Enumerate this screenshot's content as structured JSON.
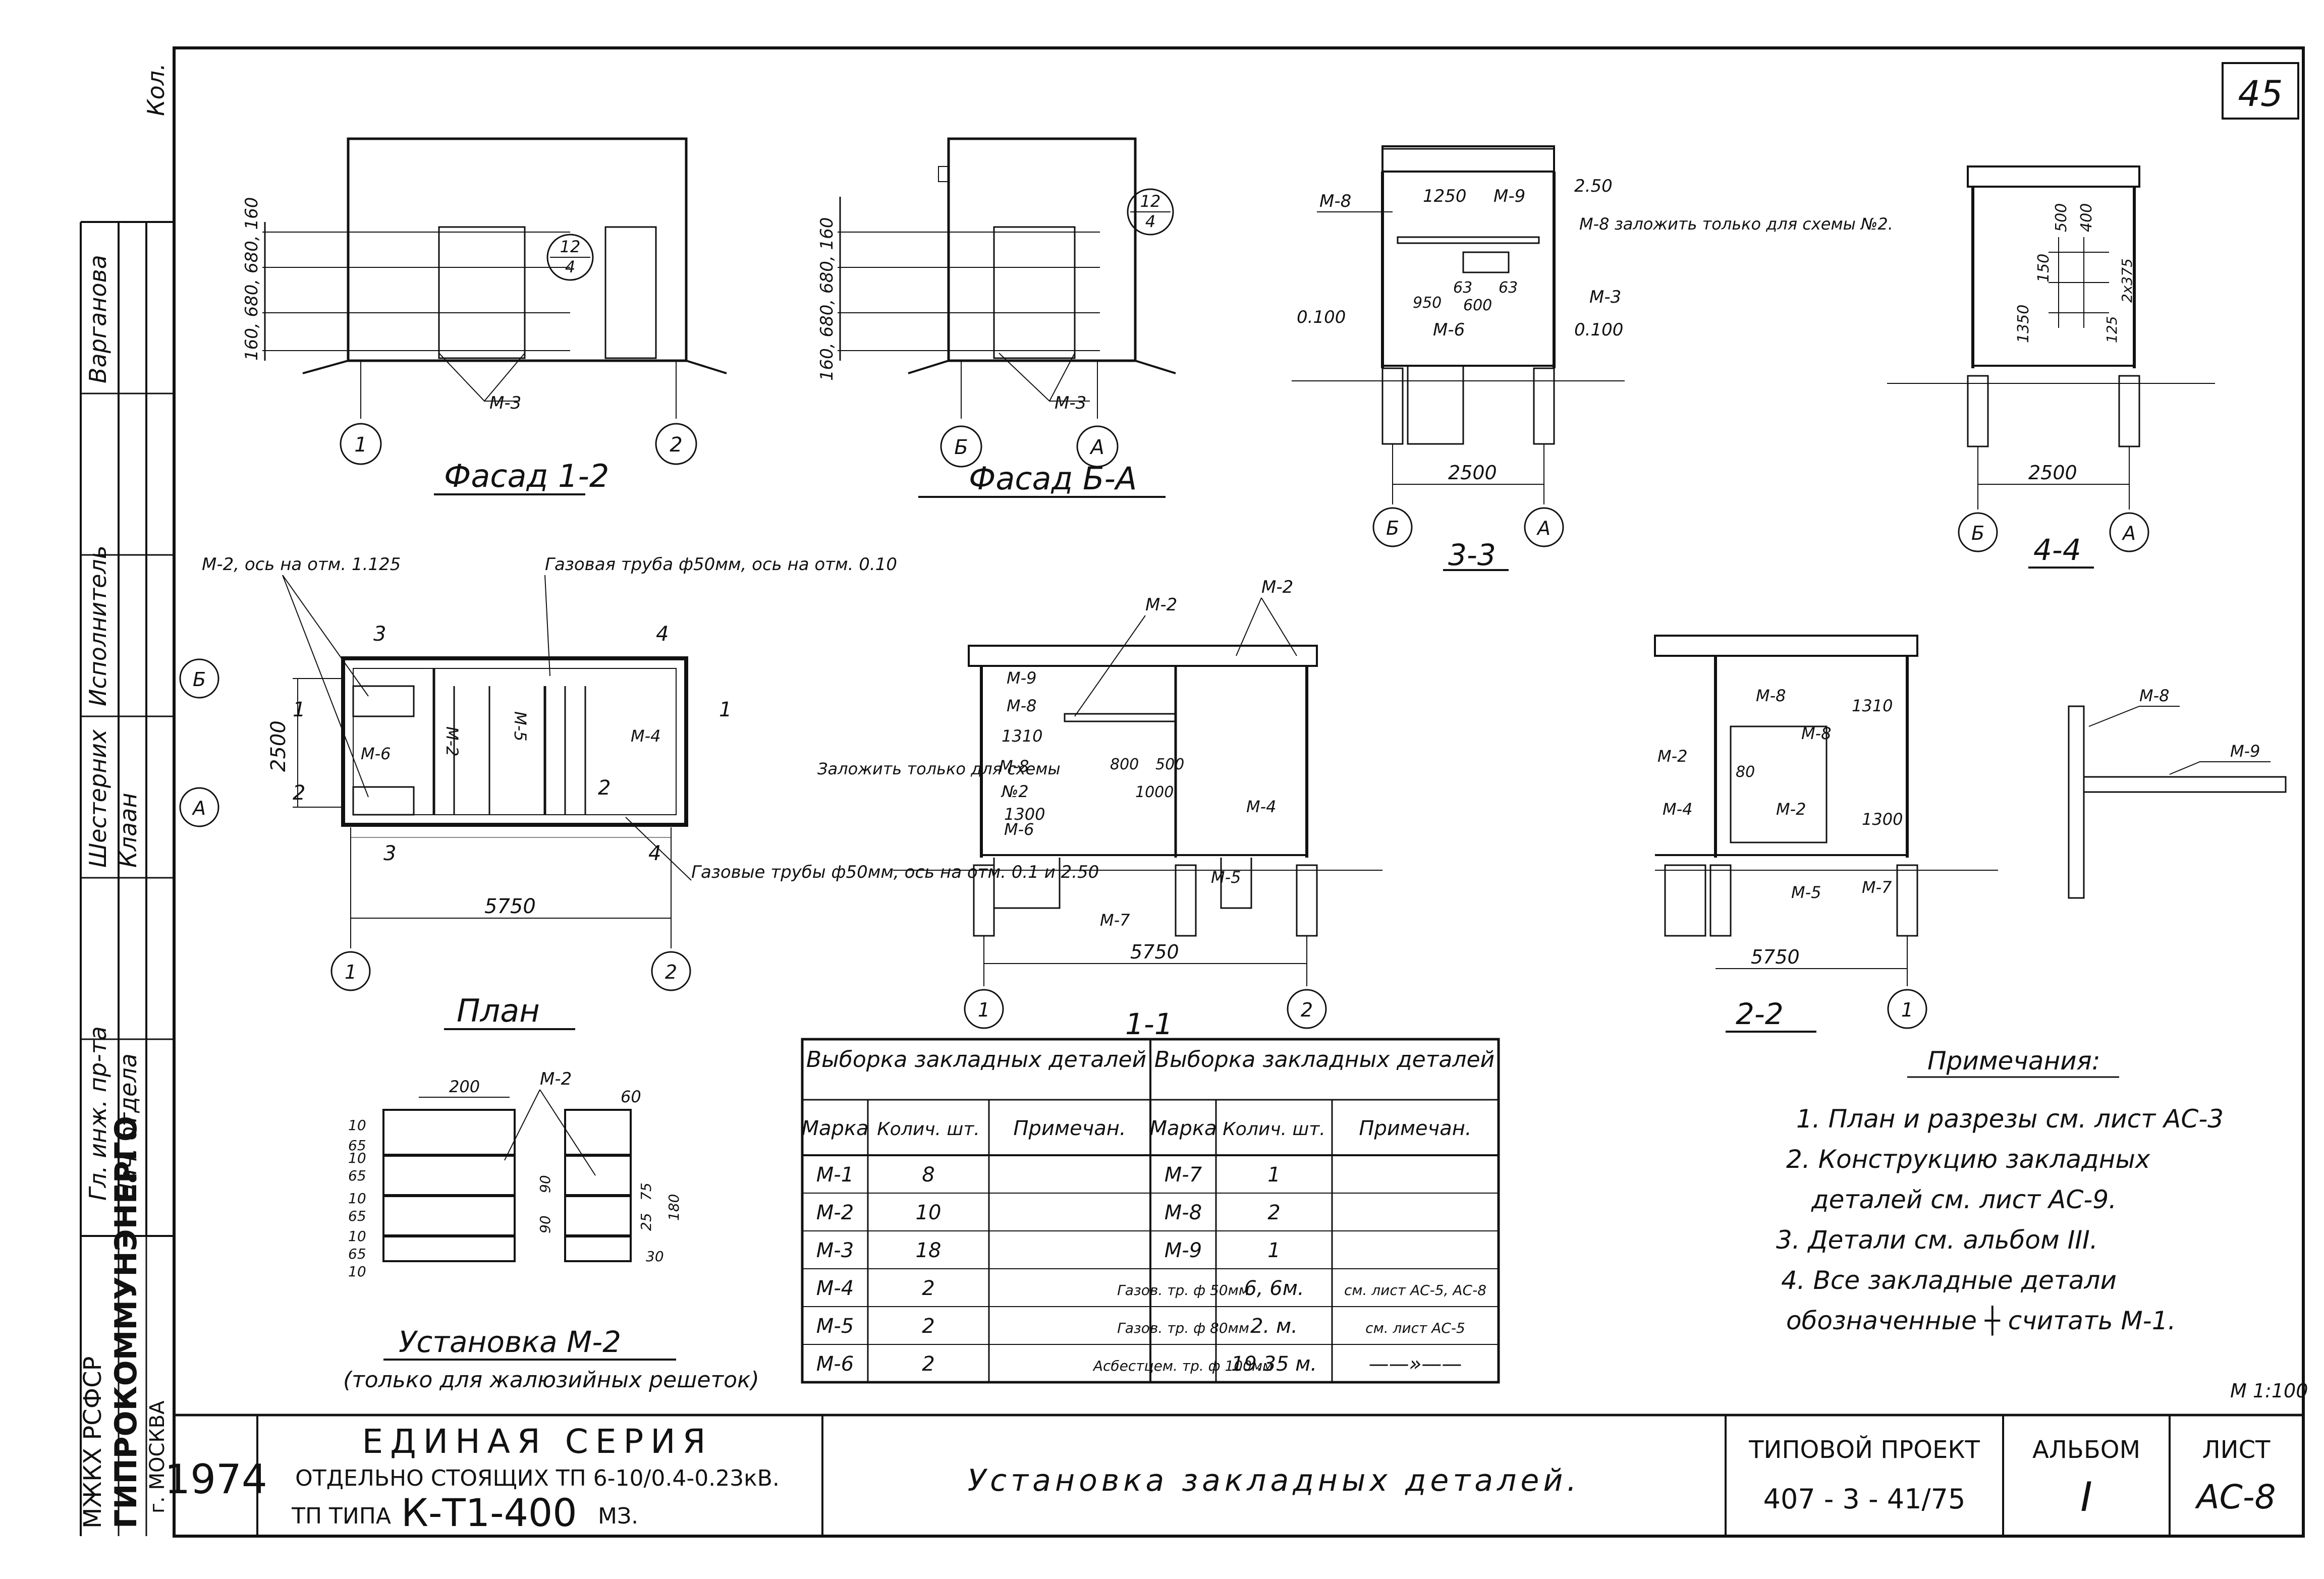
{
  "sheet": {
    "number": "45",
    "corner_note": "Кол."
  },
  "side_stamp": {
    "org_lines": [
      "МЖКХ РСФСР",
      "ГИПРОКОММУНЭНЕРГО",
      "г. МОСКВА"
    ],
    "roles": [
      "Гл. инж. пр-та",
      "Нач. отдела",
      "Шестерних",
      "Исполнитель",
      "Варганова"
    ],
    "people": [
      "Клаан",
      "Шестерних",
      "Исполнитель",
      "Варганова"
    ]
  },
  "views": {
    "facade_12": {
      "title": "Фасад 1-2",
      "marks": [
        "1",
        "2"
      ],
      "callout": [
        "12",
        "4"
      ],
      "label": "М-3",
      "dims": "160, 680, 680, 160"
    },
    "facade_ba": {
      "title": "Фасад Б-А",
      "marks": [
        "Б",
        "А"
      ],
      "callout": [
        "12",
        "4"
      ],
      "label": "М-3",
      "dims": "160, 680, 680, 160"
    },
    "section_33": {
      "title": "3-3",
      "marks": [
        "Б",
        "А"
      ],
      "width": "2500",
      "labels": [
        "М-8",
        "М-9",
        "1250",
        "2.50",
        "М-8 заложить только для схемы №2.",
        "М-3",
        "63",
        "950",
        "600",
        "63",
        "0.100",
        "М-6",
        "0.100"
      ]
    },
    "section_44": {
      "title": "4-4",
      "marks": [
        "Б",
        "А"
      ],
      "width": "2500",
      "labels": [
        "500",
        "400",
        "1350",
        "150",
        "125",
        "2x375"
      ]
    },
    "plan": {
      "title": "План",
      "marks": [
        "1",
        "2",
        "Б",
        "А"
      ],
      "length": "5750",
      "width": "2500",
      "labels": [
        "М-2, ось на отм. 1.125",
        "Газовая труба ф50мм, ось на отм. 0.10",
        "Газовые трубы ф50мм, ось на отм. 0.1 и 2.50",
        "М-6",
        "М-2",
        "М-4",
        "М-5"
      ],
      "section_marks": [
        "3",
        "4",
        "1",
        "1",
        "2",
        "2",
        "3",
        "4"
      ]
    },
    "section_11": {
      "title": "1-1",
      "marks": [
        "1",
        "2"
      ],
      "length": "5750",
      "labels": [
        "М-2",
        "М-2",
        "М-9",
        "М-8",
        "1310",
        "М-8",
        "№2",
        "1300",
        "М-6",
        "М-7",
        "М-5",
        "М-4",
        "800",
        "500",
        "1000",
        "Заложить только для схемы"
      ]
    },
    "section_22": {
      "title": "2-2",
      "marks": [
        "1"
      ],
      "length": "5750",
      "labels": [
        "М-8",
        "1310",
        "М-8",
        "М-2",
        "80",
        "М-4",
        "М-2",
        "1300",
        "М-5",
        "М-7"
      ]
    },
    "detail_89": {
      "labels": [
        "М-8",
        "М-9"
      ]
    },
    "install_m2": {
      "title": "Установка М-2",
      "subtitle": "(только для жалюзийных решеток)",
      "label": "М-2",
      "dims_left": [
        "10",
        "65",
        "10",
        "65",
        "10",
        "65",
        "10",
        "65",
        "10"
      ],
      "dims_top": [
        "200",
        "60"
      ],
      "dims_right": [
        "90",
        "90",
        "25",
        "75",
        "180",
        "30"
      ]
    }
  },
  "tables": {
    "left": {
      "caption": "Выборка закладных деталей",
      "headers": [
        "Марка",
        "Колич. шт.",
        "Примечан."
      ],
      "rows": [
        [
          "М-1",
          "8",
          ""
        ],
        [
          "М-2",
          "10",
          ""
        ],
        [
          "М-3",
          "18",
          ""
        ],
        [
          "М-4",
          "2",
          ""
        ],
        [
          "М-5",
          "2",
          ""
        ],
        [
          "М-6",
          "2",
          ""
        ]
      ]
    },
    "right": {
      "caption": "Выборка закладных деталей",
      "headers": [
        "Марка",
        "Колич. шт.",
        "Примечан."
      ],
      "rows": [
        [
          "М-7",
          "1",
          ""
        ],
        [
          "М-8",
          "2",
          ""
        ],
        [
          "М-9",
          "1",
          ""
        ],
        [
          "Газов. тр. ф 50мм",
          "6, 6м.",
          "см. лист АС-5, АС-8"
        ],
        [
          "Газов. тр. ф 80мм",
          "2. м.",
          "см. лист АС-5"
        ],
        [
          "Асбестцем. тр. ф 100мм",
          "19.35 м.",
          "——»——"
        ]
      ]
    }
  },
  "notes": {
    "title": "Примечания:",
    "items": [
      "1. План и разрезы см. лист АС-3",
      "2. Конструкцию закладных",
      "деталей см. лист АС-9.",
      "3. Детали см. альбом III.",
      "4. Все закладные детали",
      "обозначенные ┼ считать М-1."
    ],
    "scale": "М 1:100"
  },
  "title_block": {
    "year": "1974",
    "series_title": "ЕДИНАЯ СЕРИЯ",
    "series_sub": "ОТДЕЛЬНО СТОЯЩИХ ТП 6-10/0.4-0.23кВ.",
    "tp_prefix": "ТП ТИПА",
    "tp_type": "К-Т1-400",
    "tp_suffix": "МЗ.",
    "sheet_title": "Установка закладных деталей.",
    "project_label": "ТИПОВОЙ ПРОЕКТ",
    "project_number": "407 - 3 - 41/75",
    "album_label": "АЛЬБОМ",
    "album_value": "I",
    "list_label": "ЛИСТ",
    "list_value": "АС-8"
  }
}
